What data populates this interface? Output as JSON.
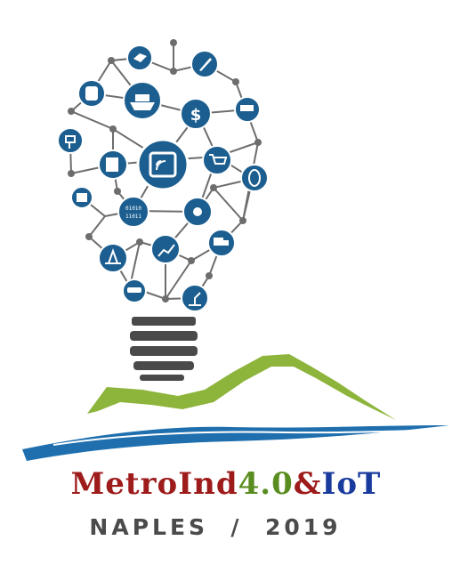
{
  "logo": {
    "bulb_network_icons": [
      "bird-icon",
      "rocket-icon",
      "database-icon",
      "cargo-ship-icon",
      "dollar-icon",
      "security-camera-icon",
      "power-plug-icon",
      "coffee-machine-icon",
      "wireless-tablet-icon",
      "shopping-cart-icon",
      "ring-icon",
      "circuit-board-icon",
      "binary-data-icon",
      "network-hub-icon",
      "oil-rig-icon",
      "analytics-chart-icon",
      "delivery-truck-icon",
      "car-icon",
      "robot-arm-icon"
    ],
    "colors": {
      "node_blue": "#1b5e8f",
      "line_gray": "#6d6d6d",
      "base_gray": "#4a4a4a",
      "mountain_green": "#8db43b",
      "sea_blue": "#1f6fae"
    }
  },
  "title": {
    "part_red": "MetroInd",
    "part_green": "4.0",
    "part_red2": "&",
    "part_blue": "IoT"
  },
  "subtitle": "NAPLES  /  2019"
}
